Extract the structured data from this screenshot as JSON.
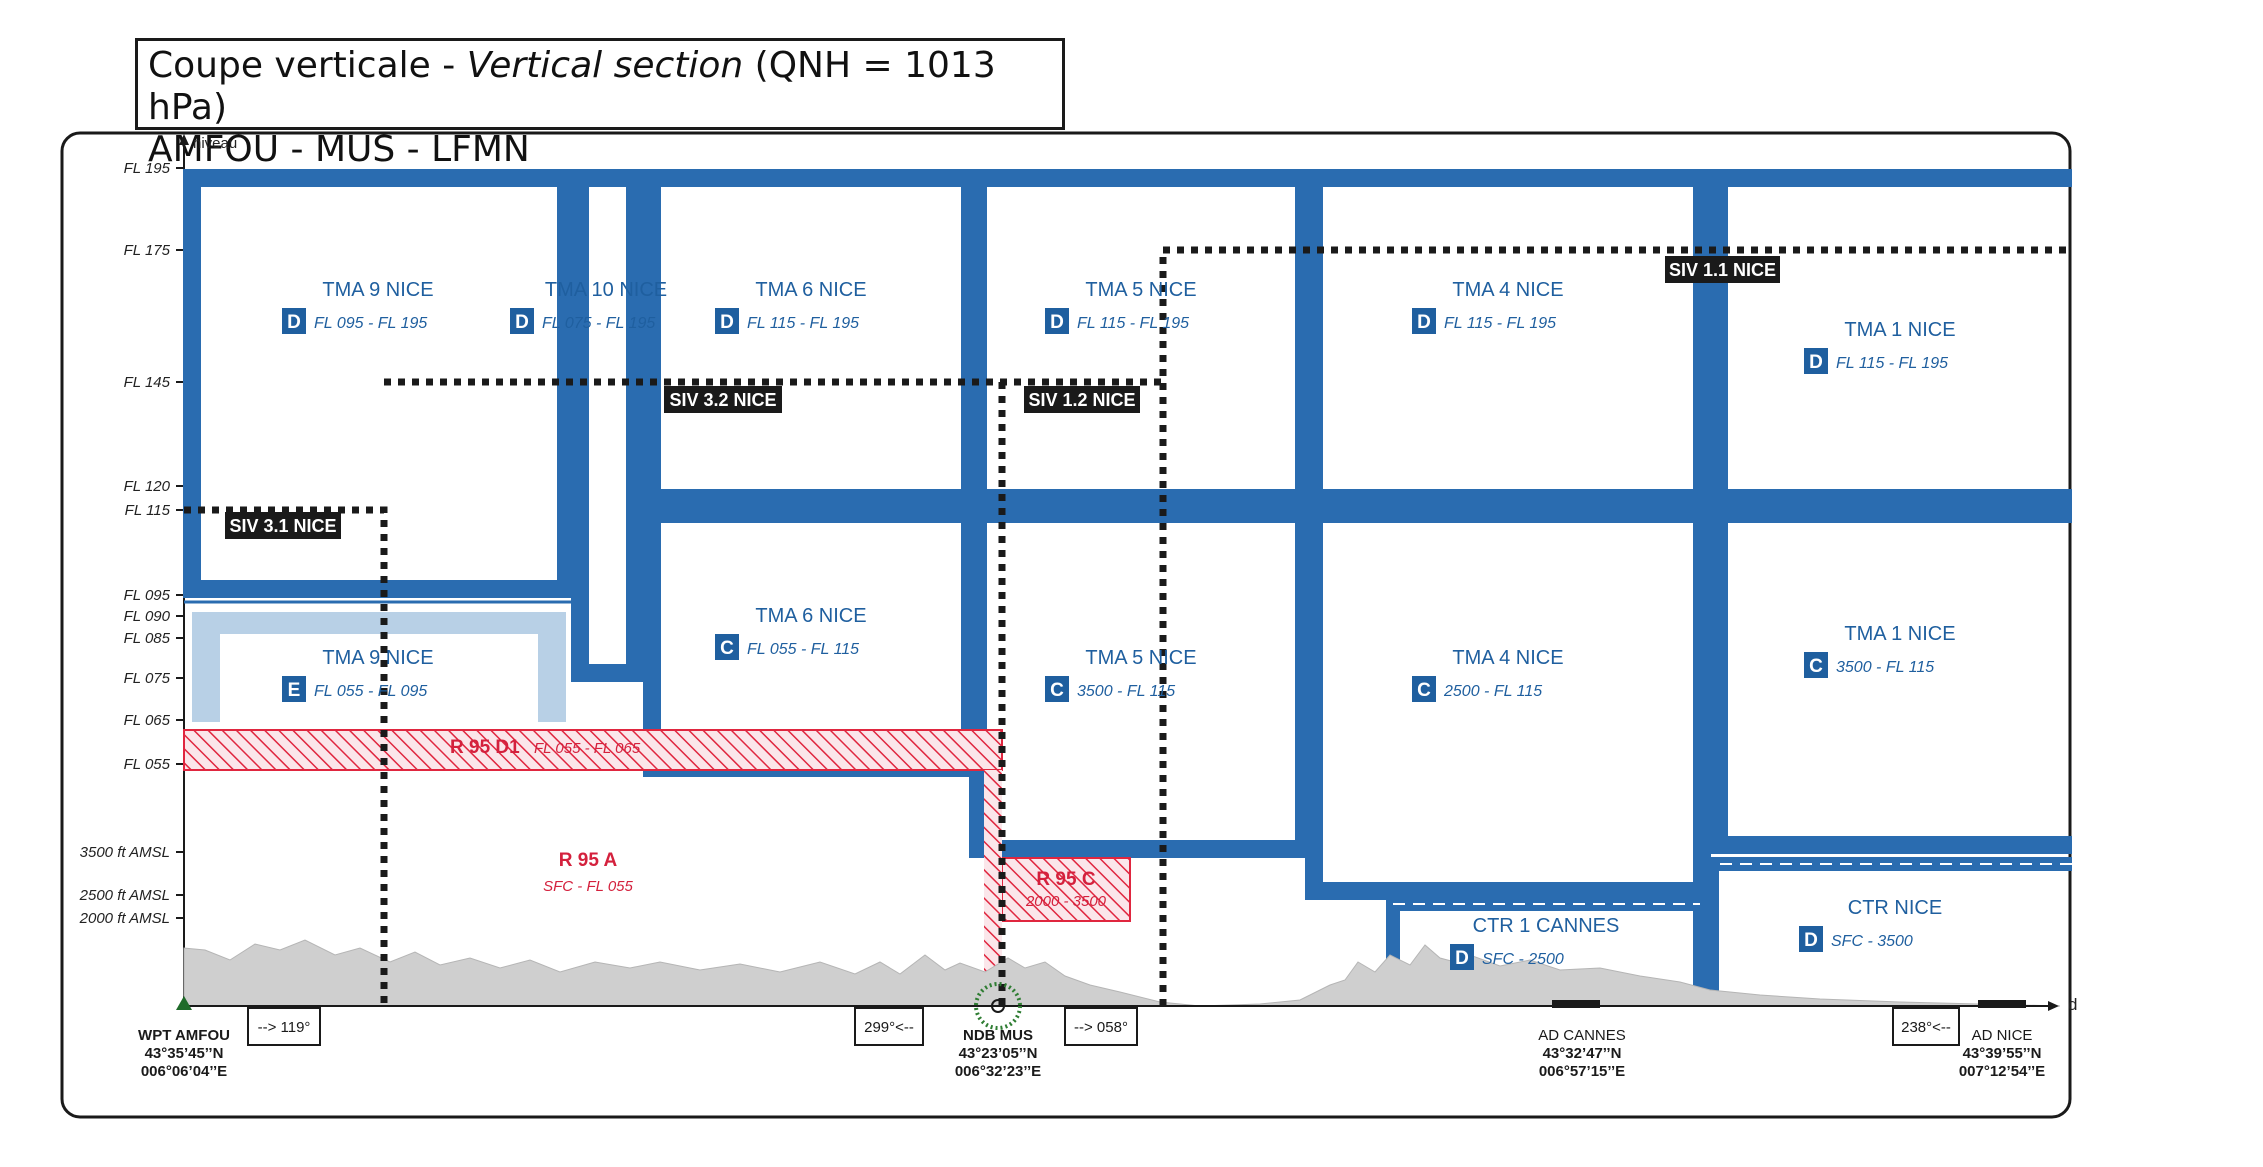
{
  "title": {
    "line1_pre": "Coupe verticale - ",
    "line1_italic": "Vertical section",
    "line1_post": " (QNH = 1013 hPa)",
    "line2": "AMFOU - MUS - LFMN"
  },
  "axes": {
    "y_label": "niveau",
    "x_label": "d"
  },
  "levels": [
    {
      "label": "FL 195",
      "ft": 19500
    },
    {
      "label": "FL 175",
      "ft": 17500
    },
    {
      "label": "FL 145",
      "ft": 14500
    },
    {
      "label": "FL 120",
      "ft": 12000
    },
    {
      "label": "FL 115",
      "ft": 11500
    },
    {
      "label": "FL 095",
      "ft": 9500
    },
    {
      "label": "FL 090",
      "ft": 9000
    },
    {
      "label": "FL 085",
      "ft": 8500
    },
    {
      "label": "FL 075",
      "ft": 7500
    },
    {
      "label": "FL 065",
      "ft": 6500
    },
    {
      "label": "FL 055",
      "ft": 5500
    },
    {
      "label": "3500 ft AMSL",
      "ft": 3500
    },
    {
      "label": "2500 ft AMSL",
      "ft": 2500
    },
    {
      "label": "2000 ft AMSL",
      "ft": 2000
    }
  ],
  "colors": {
    "zone_blue": "#2a6cb0",
    "class_e_fill": "#b8d0e6",
    "restricted_red": "#e0263f",
    "terrain": "#cfcfcf",
    "siv_black": "#1a1a1a"
  },
  "zones": [
    {
      "name": "TMA 9 NICE",
      "class": "D",
      "limits": "FL 095 - FL 195"
    },
    {
      "name": "TMA 10 NICE",
      "class": "D",
      "limits": "FL 075 - FL 195"
    },
    {
      "name": "TMA 6 NICE",
      "class": "D",
      "limits": "FL 115 - FL 195"
    },
    {
      "name": "TMA 5 NICE",
      "class": "D",
      "limits": "FL 115 - FL 195"
    },
    {
      "name": "TMA 4 NICE",
      "class": "D",
      "limits": "FL 115 - FL 195"
    },
    {
      "name": "TMA 1 NICE",
      "class": "D",
      "limits": "FL 115 - FL 195"
    },
    {
      "name": "TMA 9 NICE",
      "class": "E",
      "limits": "FL 055 - FL 095"
    },
    {
      "name": "TMA 6 NICE",
      "class": "C",
      "limits": "FL 055 - FL 115"
    },
    {
      "name": "TMA 5 NICE",
      "class": "C",
      "limits": "3500 - FL 115"
    },
    {
      "name": "TMA 4 NICE",
      "class": "C",
      "limits": "2500 - FL 115"
    },
    {
      "name": "TMA 1 NICE",
      "class": "C",
      "limits": "3500 - FL 115"
    },
    {
      "name": "CTR 1 CANNES",
      "class": "D",
      "limits": "SFC - 2500"
    },
    {
      "name": "CTR NICE",
      "class": "D",
      "limits": "SFC - 3500"
    }
  ],
  "siv": [
    "SIV 1.1 NICE",
    "SIV 3.2 NICE",
    "SIV 1.2 NICE",
    "SIV 3.1 NICE"
  ],
  "restricted": [
    {
      "name": "R 95 D1",
      "limits": "FL 055 - FL 065"
    },
    {
      "name": "R 95 A",
      "limits": "SFC - FL 055"
    },
    {
      "name": "R 95 C",
      "limits": "2000 - 3500"
    }
  ],
  "points": [
    {
      "name": "WPT AMFOU",
      "lat": "43°35’45’’N",
      "lon": "006°06’04’’E"
    },
    {
      "name": "NDB MUS",
      "lat": "43°23’05’’N",
      "lon": "006°32’23’’E"
    },
    {
      "name": "AD CANNES",
      "lat": "43°32’47’’N",
      "lon": "006°57’15’’E"
    },
    {
      "name": "AD NICE",
      "lat": "43°39’55’’N",
      "lon": "007°12’54’’E"
    }
  ],
  "headings": [
    "--> 119°",
    "299°<--",
    "--> 058°",
    "238°<--"
  ]
}
